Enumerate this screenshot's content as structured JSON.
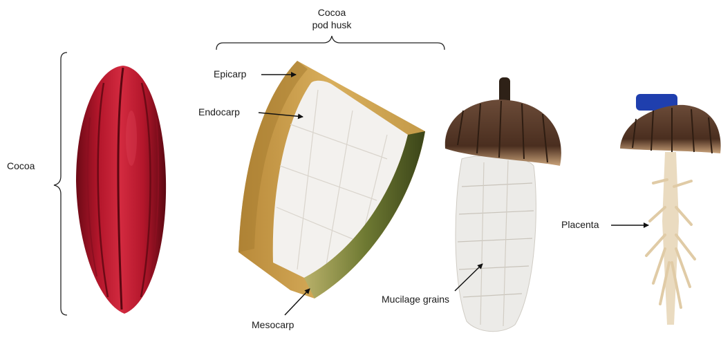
{
  "labels": {
    "cocoa": "Cocoa",
    "pod_husk_line1": "Cocoa",
    "pod_husk_line2": "pod husk",
    "epicarp": "Epicarp",
    "endocarp": "Endocarp",
    "mesocarp": "Mesocarp",
    "mucilage": "Mucilage grains",
    "placenta": "Placenta"
  },
  "colors": {
    "pod_red": "#b3162b",
    "pod_dark": "#6d0a16",
    "husk_yellow": "#d6a652",
    "husk_green": "#4d5a22",
    "pulp_white": "#f3f1ee",
    "cap_brown": "#4a2e1f",
    "placenta_cream": "#eadbc0",
    "blue_clip": "#1f3fae"
  }
}
